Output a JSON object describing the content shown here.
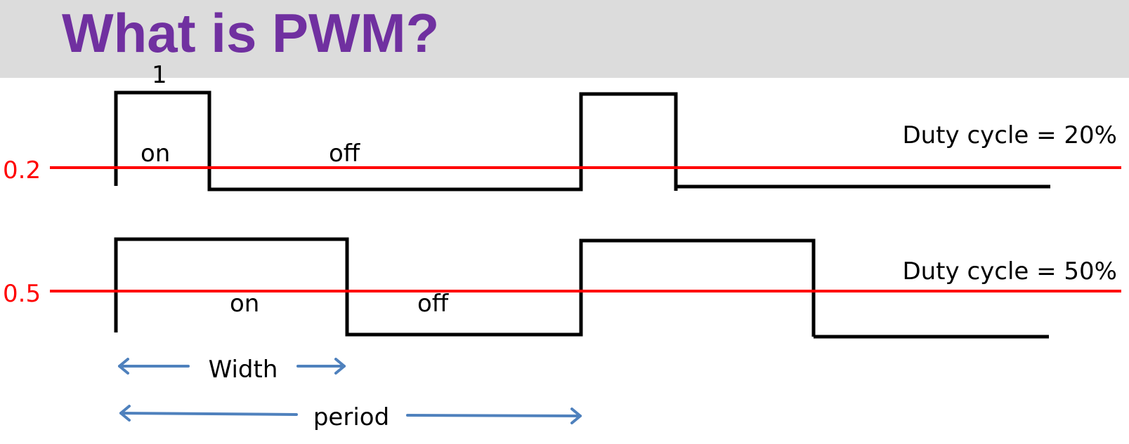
{
  "slide": {
    "title": "What is PWM?"
  },
  "diagram": {
    "high_level_label": "1",
    "wave1": {
      "reference_value": "0.2",
      "on_label": "on",
      "off_label": "off",
      "duty_label": "Duty cycle = 20%"
    },
    "wave2": {
      "reference_value": "0.5",
      "on_label": "on",
      "off_label": "off",
      "duty_label": "Duty cycle = 50%"
    },
    "width_label": "Width",
    "period_label": "period"
  },
  "colors": {
    "title": "#7030a0",
    "header_background": "#dcdcdc",
    "reference_line": "#ff0000",
    "arrow": "#4f81bd",
    "wave": "#000000"
  }
}
